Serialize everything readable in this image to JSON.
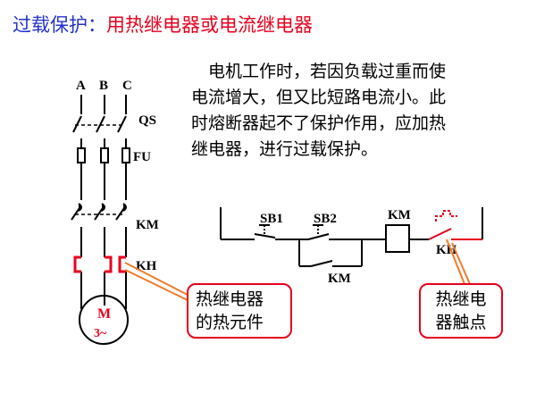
{
  "title": {
    "lead": "过载保护：",
    "rest": "用热继电器或电流继电器"
  },
  "description": {
    "lines": [
      "　电机工作时，若因负载过重而使",
      "电流增大，但又比短路电流小。此",
      "时熔断器起不了保护作用，应加热",
      "继电器，进行过载保护。"
    ]
  },
  "main_circuit": {
    "phase_a": "A",
    "phase_b": "B",
    "phase_c": "C",
    "switch": "QS",
    "fuse": "FU",
    "contactor": "KM",
    "thermal_relay": "KH",
    "motor_line1": "M",
    "motor_line2": "3~"
  },
  "control_circuit": {
    "stop_button": "SB1",
    "start_button": "SB2",
    "coil": "KM",
    "relay_contact": "KH",
    "holding_contact": "KM"
  },
  "callouts": {
    "heating_element": [
      "热继电器",
      "的热元件"
    ],
    "relay_contact": [
      "热继电",
      "器触点"
    ]
  },
  "colors": {
    "title_lead": "#2233cc",
    "title_rest": "#e8001c",
    "highlight": "#e8001c",
    "callout_leader": "#f07a2a"
  }
}
